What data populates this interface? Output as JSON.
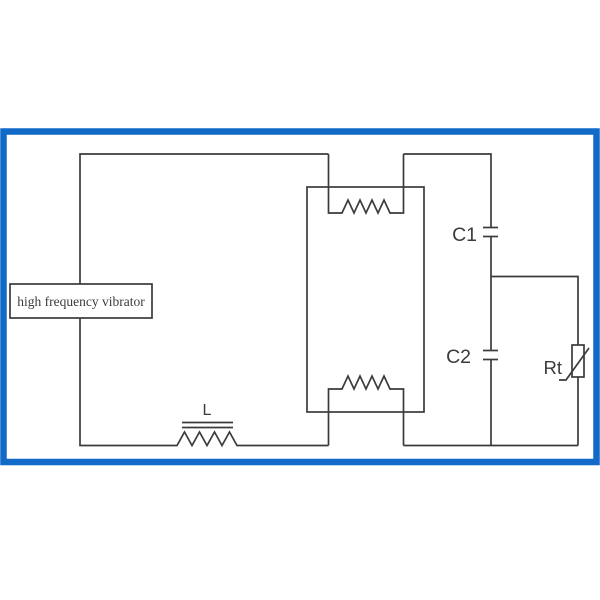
{
  "diagram": {
    "kind": "circuit-schematic",
    "labels": {
      "source_box": "high frequency vibrator",
      "inductor": "L",
      "capacitor_1": "C1",
      "capacitor_2": "C2",
      "thermistor": "Rt"
    },
    "colors": {
      "frame_blue": "#1169c8",
      "line": "#3b3b3b",
      "background": "#ffffff"
    }
  }
}
